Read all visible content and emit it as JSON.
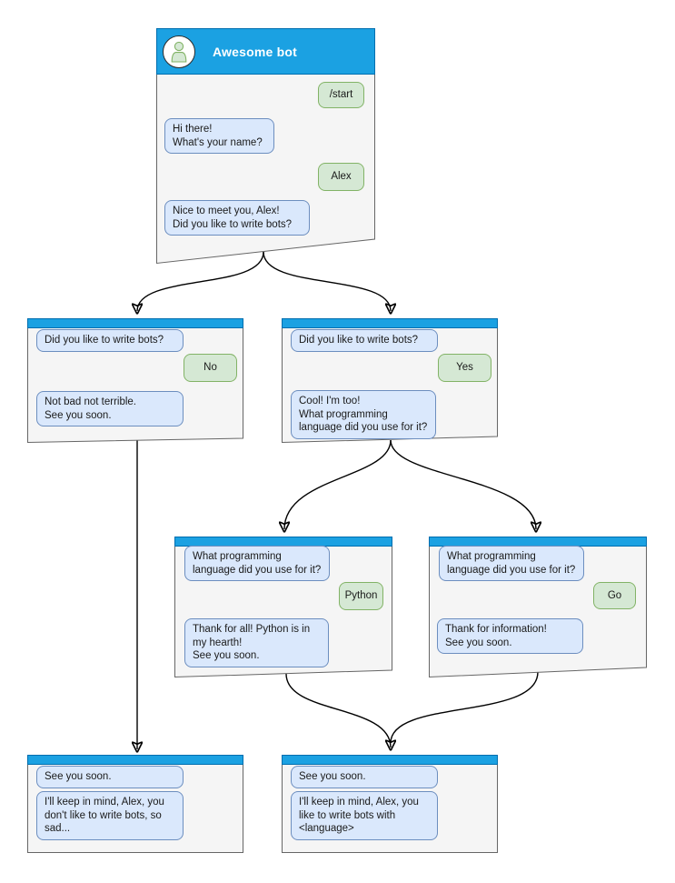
{
  "colors": {
    "header_fill": "#1BA1E2",
    "header_stroke": "#006EAF",
    "window_fill": "#F5F5F5",
    "window_stroke": "#666666",
    "bot_bubble_fill": "#DAE8FC",
    "bot_bubble_stroke": "#6C8EBF",
    "user_bubble_fill": "#D5E8D4",
    "user_bubble_stroke": "#82B366",
    "edge": "#000000",
    "text": "#1A1A1A"
  },
  "windows": [
    {
      "id": "awesome-bot",
      "title": "Awesome bot",
      "messages": [
        {
          "from": "user",
          "text": "/start"
        },
        {
          "from": "bot",
          "text": "Hi there!\nWhat's your name?"
        },
        {
          "from": "user",
          "text": "Alex"
        },
        {
          "from": "bot",
          "text": "Nice to meet you, Alex!\nDid you like to write bots?"
        }
      ]
    },
    {
      "id": "branch-no",
      "messages": [
        {
          "from": "bot",
          "text": "Did you like to write bots?"
        },
        {
          "from": "user",
          "text": "No"
        },
        {
          "from": "bot",
          "text": "Not bad not terrible.\nSee you soon."
        }
      ]
    },
    {
      "id": "branch-yes",
      "messages": [
        {
          "from": "bot",
          "text": "Did you like to write bots?"
        },
        {
          "from": "user",
          "text": "Yes"
        },
        {
          "from": "bot",
          "text": "Cool! I'm too!\nWhat programming\nlanguage did you use for it?"
        }
      ]
    },
    {
      "id": "python",
      "messages": [
        {
          "from": "bot",
          "text": "What programming\nlanguage did you use for it?"
        },
        {
          "from": "user",
          "text": "Python"
        },
        {
          "from": "bot",
          "text": "Thank for all! Python is in\nmy hearth!\nSee you soon."
        }
      ]
    },
    {
      "id": "go",
      "messages": [
        {
          "from": "bot",
          "text": "What programming\nlanguage did you use for it?"
        },
        {
          "from": "user",
          "text": "Go"
        },
        {
          "from": "bot",
          "text": "Thank for information!\nSee you soon."
        }
      ]
    },
    {
      "id": "end-no",
      "messages": [
        {
          "from": "bot",
          "text": "See you soon."
        },
        {
          "from": "bot",
          "text": "I'll keep in mind, Alex, you\ndon't like to write bots, so\nsad..."
        }
      ]
    },
    {
      "id": "end-yes",
      "messages": [
        {
          "from": "bot",
          "text": "See you soon."
        },
        {
          "from": "bot",
          "text": "I'll keep in mind, Alex, you\nlike to write bots with\n<language>"
        }
      ]
    }
  ]
}
